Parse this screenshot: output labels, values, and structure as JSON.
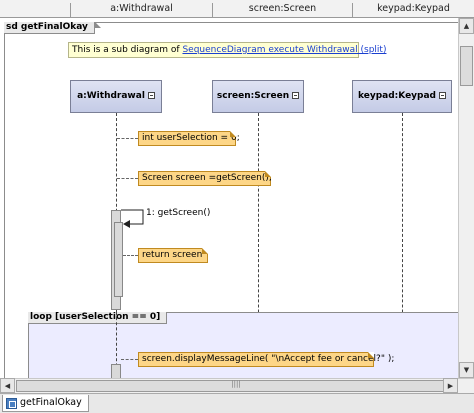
{
  "header": {
    "cells": [
      {
        "label": ""
      },
      {
        "label": "a:Withdrawal"
      },
      {
        "label": "screen:Screen"
      },
      {
        "label": "keypad:Keypad"
      }
    ]
  },
  "frame": {
    "label": "sd getFinalOkay",
    "subnote_prefix": "This is a sub diagram of ",
    "subnote_link": "SequenceDiagram execute Withdrawal (split)"
  },
  "lifelines": [
    {
      "name": "a:Withdrawal"
    },
    {
      "name": "screen:Screen"
    },
    {
      "name": "keypad:Keypad"
    }
  ],
  "notes": [
    {
      "text": "int userSelection = 0;"
    },
    {
      "text": "Screen screen =getScreen();"
    },
    {
      "text": "return screen"
    },
    {
      "text": "screen.displayMessageLine( \"\\nAccept fee or cancel?\" );"
    }
  ],
  "messages": [
    {
      "text": "1: getScreen()"
    }
  ],
  "loop": {
    "label": "loop [userSelection == 0]"
  },
  "tabs": [
    {
      "label": "getFinalOkay"
    }
  ],
  "scrollbar": {
    "up": "▲",
    "down": "▼",
    "left": "◀",
    "right": "▶"
  },
  "colors": {
    "note_fill": "#fdd687",
    "subnote_fill": "#ffffd2",
    "lifeline_head": "#c4cbe6",
    "loop_fill": "#ececff"
  }
}
